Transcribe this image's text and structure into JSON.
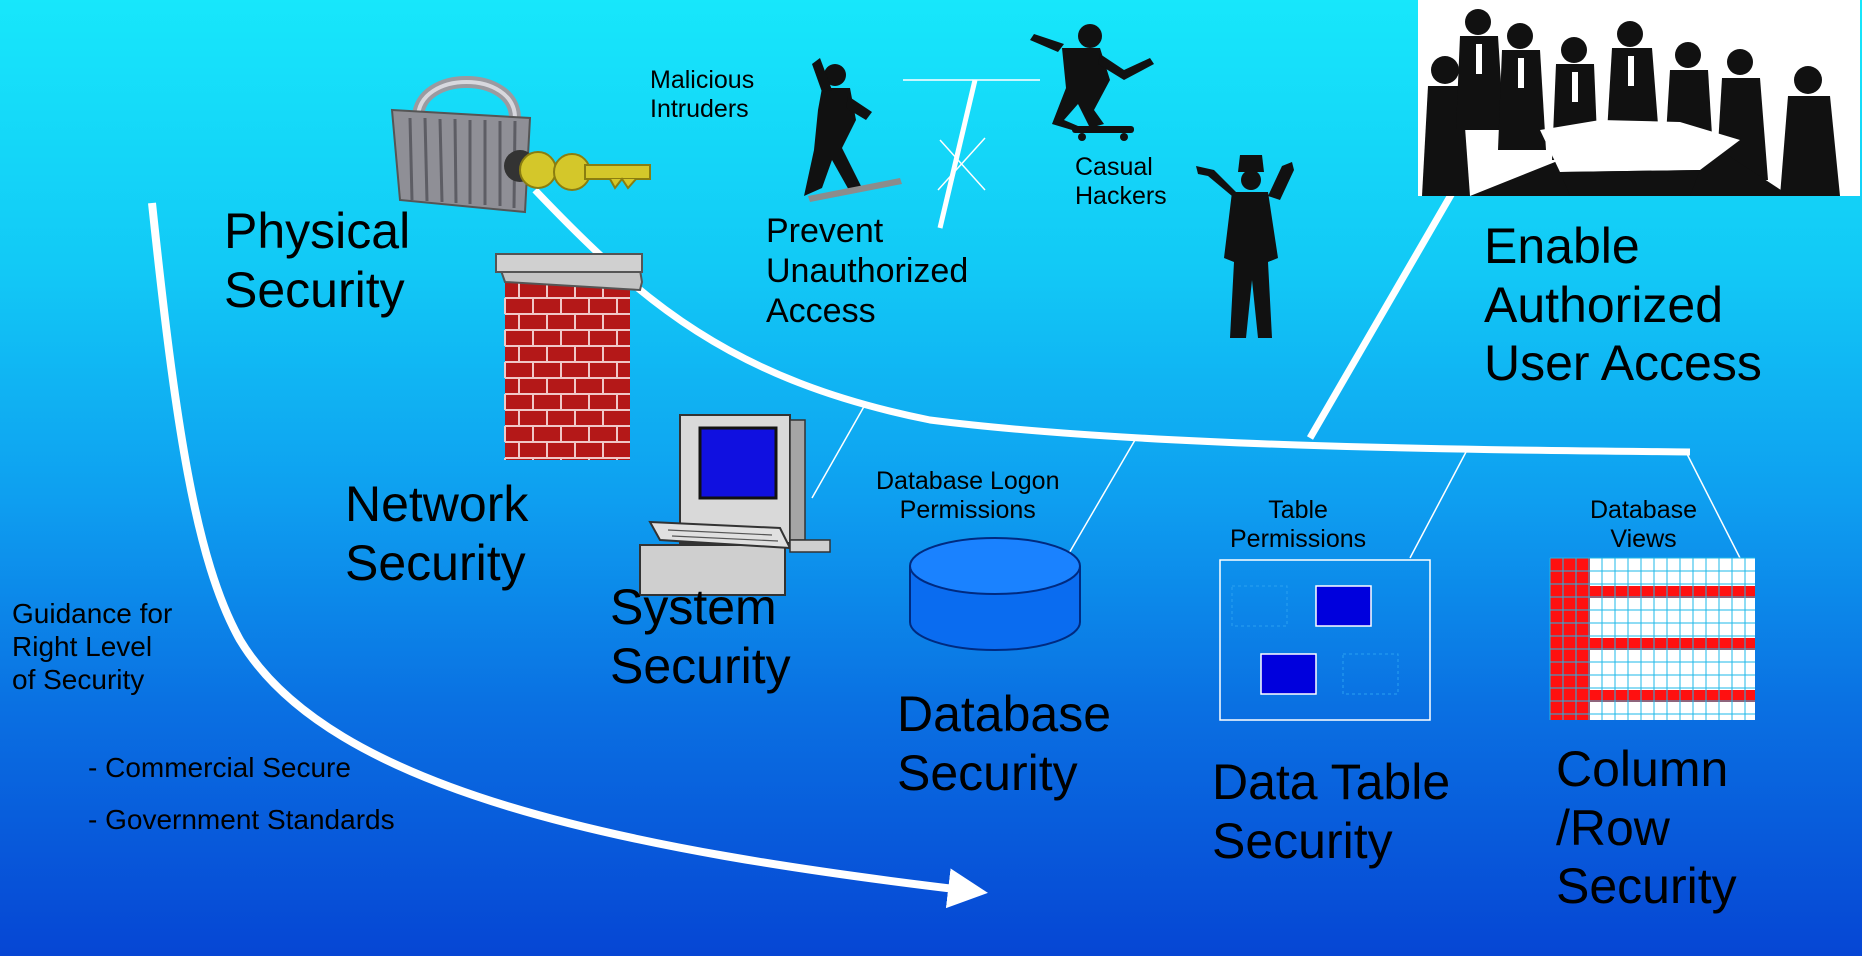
{
  "labels": {
    "physical": "Physical\nSecurity",
    "network": "Network\nSecurity",
    "system": "System\nSecurity",
    "database": "Database\nSecurity",
    "data_table": "Data Table\nSecurity",
    "column_row": "Column\n/Row\nSecurity",
    "prevent": "Prevent\nUnauthorized\nAccess",
    "enable": "Enable\nAuthorized\nUser Access",
    "malicious": "Malicious\nIntruders",
    "casual": "Casual\nHackers",
    "db_logon": "Database Logon\nPermissions",
    "table_perm": "Table\nPermissions",
    "db_views": "Database\nViews",
    "guidance": "Guidance for\nRight Level\nof Security",
    "commercial": "- Commercial Secure",
    "government": "- Government Standards"
  },
  "colors": {
    "background_top": "#17e7fb",
    "background_bottom": "#0646d4",
    "curve": "#ffffff",
    "database_cylinder": "#0a6cf0",
    "table_cell": "#0000dd",
    "grid_red": "#ff1010",
    "brick": "#b41818"
  },
  "icons": [
    "padlock-key-icon",
    "brick-wall-icon",
    "computer-icon",
    "database-cylinder-icon",
    "intruder-figure-icon",
    "skateboarder-figure-icon",
    "police-officer-icon",
    "business-meeting-icon"
  ]
}
